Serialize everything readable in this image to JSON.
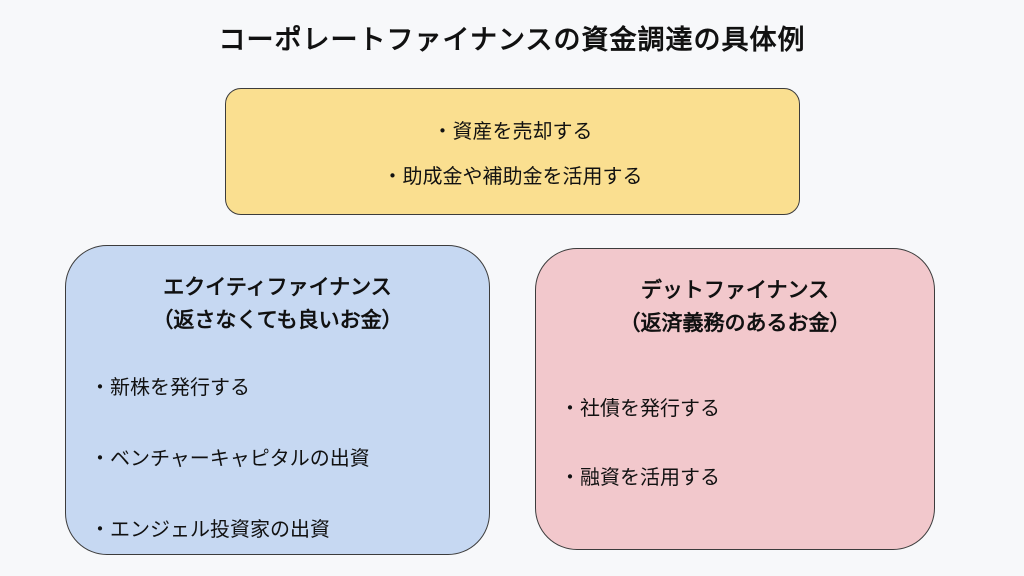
{
  "title": "コーポレートファイナンスの資金調達の具体例",
  "top_box": {
    "items": {
      "0": "・資産を売却する",
      "1": "・助成金や補助金を活用する"
    }
  },
  "left_box": {
    "heading_line1": "エクイティファイナンス",
    "heading_line2": "（返さなくても良いお金）",
    "items": {
      "0": "・新株を発行する",
      "1": "・ベンチャーキャピタルの出資",
      "2": "・エンジェル投資家の出資"
    }
  },
  "right_box": {
    "heading_line1": "デットファイナンス",
    "heading_line2": "（返済義務のあるお金）",
    "items": {
      "0": "・社債を発行する",
      "1": "・融資を活用する"
    }
  },
  "colors": {
    "background": "#f7f8fa",
    "top_box_fill": "#fadf90",
    "left_box_fill": "#c6d8f2",
    "right_box_fill": "#f2c8cc",
    "border": "#3c3c3c",
    "text": "#111111"
  }
}
